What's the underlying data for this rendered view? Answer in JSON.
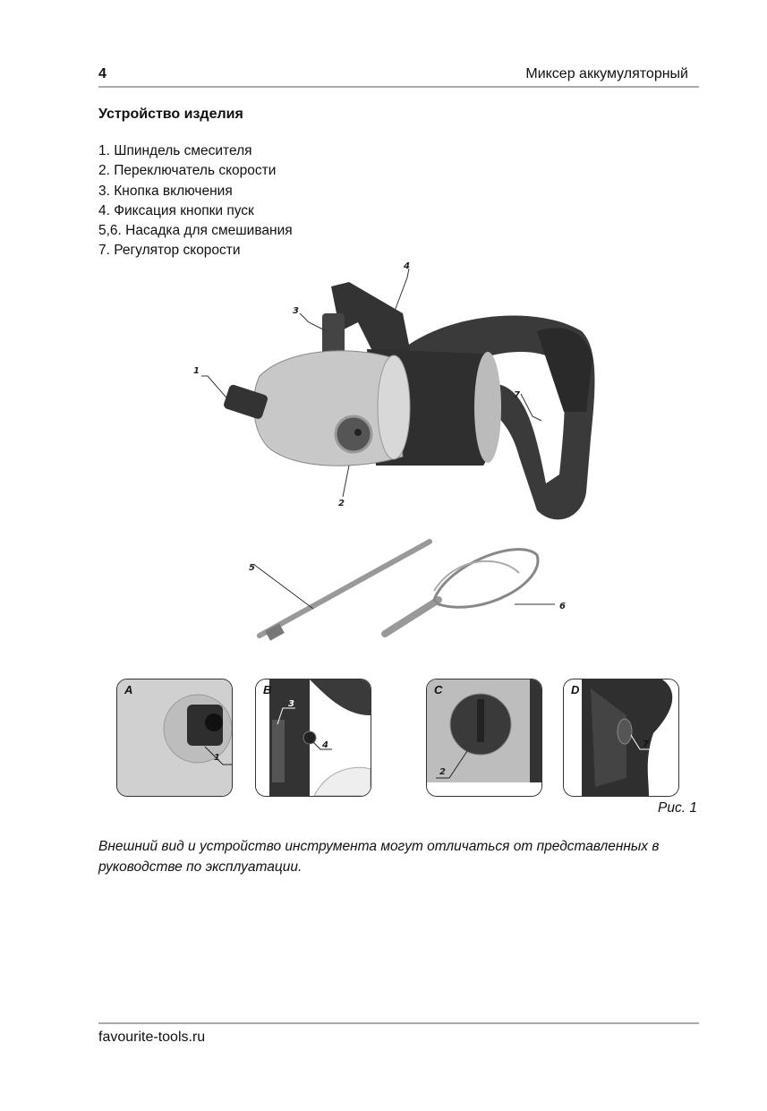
{
  "header": {
    "page_number": "4",
    "title": "Миксер аккумуляторный"
  },
  "section": {
    "heading": "Устройство изделия",
    "parts": [
      "1. Шпиндель смесителя",
      "2. Переключатель скорости",
      "3. Кнопка включения",
      "4. Фиксация кнопки пуск",
      "5,6. Насадка для смешивания",
      "7. Регулятор скорости"
    ]
  },
  "figure": {
    "callouts": [
      "1",
      "2",
      "3",
      "4",
      "5",
      "6",
      "7"
    ],
    "insets": [
      {
        "letter": "A",
        "callouts": [
          "1"
        ]
      },
      {
        "letter": "B",
        "callouts": [
          "3",
          "4"
        ]
      },
      {
        "letter": "C",
        "callouts": [
          "2"
        ]
      },
      {
        "letter": "D",
        "callouts": [
          "7"
        ]
      }
    ],
    "caption": "Рис. 1"
  },
  "note": "Внешний вид и устройство инструмента могут отличаться от представленных в руководстве по эксплуатации.",
  "footer": {
    "url": "favourite-tools.ru"
  }
}
